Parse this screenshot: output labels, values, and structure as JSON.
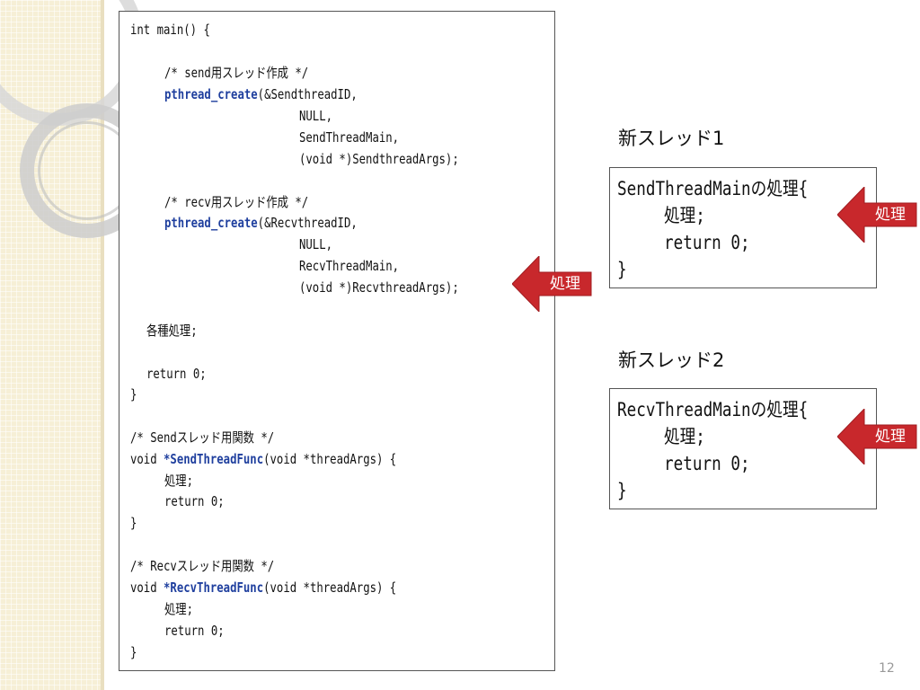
{
  "code": {
    "main_header": "int main() {",
    "comment_send": "/* send用スレッド作成 */",
    "create_fn_1": "pthread_create",
    "create_arg1_1": "(&SendthreadID,",
    "create_null_1": "NULL,",
    "create_main_1": "SendThreadMain,",
    "create_args_1": "(void *)SendthreadArgs);",
    "comment_recv": "/* recv用スレッド作成 */",
    "create_fn_2": "pthread_create",
    "create_arg1_2": "(&RecvthreadID,",
    "create_null_2": "NULL,",
    "create_main_2": "RecvThreadMain,",
    "create_args_2": "(void *)RecvthreadArgs);",
    "various": "各種処理;",
    "main_return": "return 0;",
    "main_close": "}",
    "comment_send_func": "/* Sendスレッド用関数 */",
    "send_func_void": "void ",
    "send_func_name": "*SendThreadFunc",
    "send_func_params": "(void *threadArgs) {",
    "send_func_body": "処理;",
    "send_func_return": "return 0;",
    "send_func_close": "}",
    "comment_recv_func": "/* Recvスレッド用関数 */",
    "recv_func_void": "void ",
    "recv_func_name": "*RecvThreadFunc",
    "recv_func_params": "(void *threadArgs) {",
    "recv_func_body": "処理;",
    "recv_func_return": "return 0;",
    "recv_func_close": "}"
  },
  "callouts": {
    "main_label": "処理",
    "thread1_label": "処理",
    "thread2_label": "処理"
  },
  "thread1": {
    "title": "新スレッド1",
    "line1": "SendThreadMainの処理{",
    "line2": "処理;",
    "line3": "return 0;",
    "line4": "}"
  },
  "thread2": {
    "title": "新スレッド2",
    "line1": "RecvThreadMainの処理{",
    "line2": "処理;",
    "line3": "return 0;",
    "line4": "}"
  },
  "page_number": "12",
  "colors": {
    "function_name": "#1f3f9e",
    "callout_red": "#c8282c"
  }
}
